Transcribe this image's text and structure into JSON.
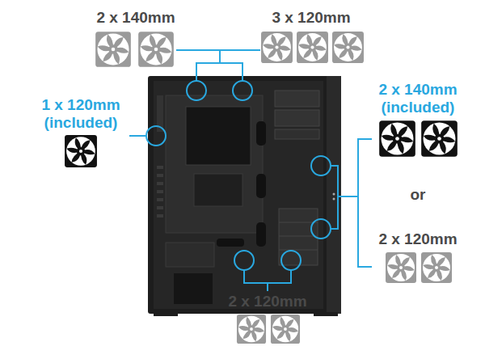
{
  "diagram": {
    "labels": [
      "2 x 140mm",
      "3 x 120mm",
      "1 x 120mm (included)",
      "2 x 140mm (included)",
      "or",
      "2 x 120mm",
      "2 x 120mm"
    ]
  }
}
